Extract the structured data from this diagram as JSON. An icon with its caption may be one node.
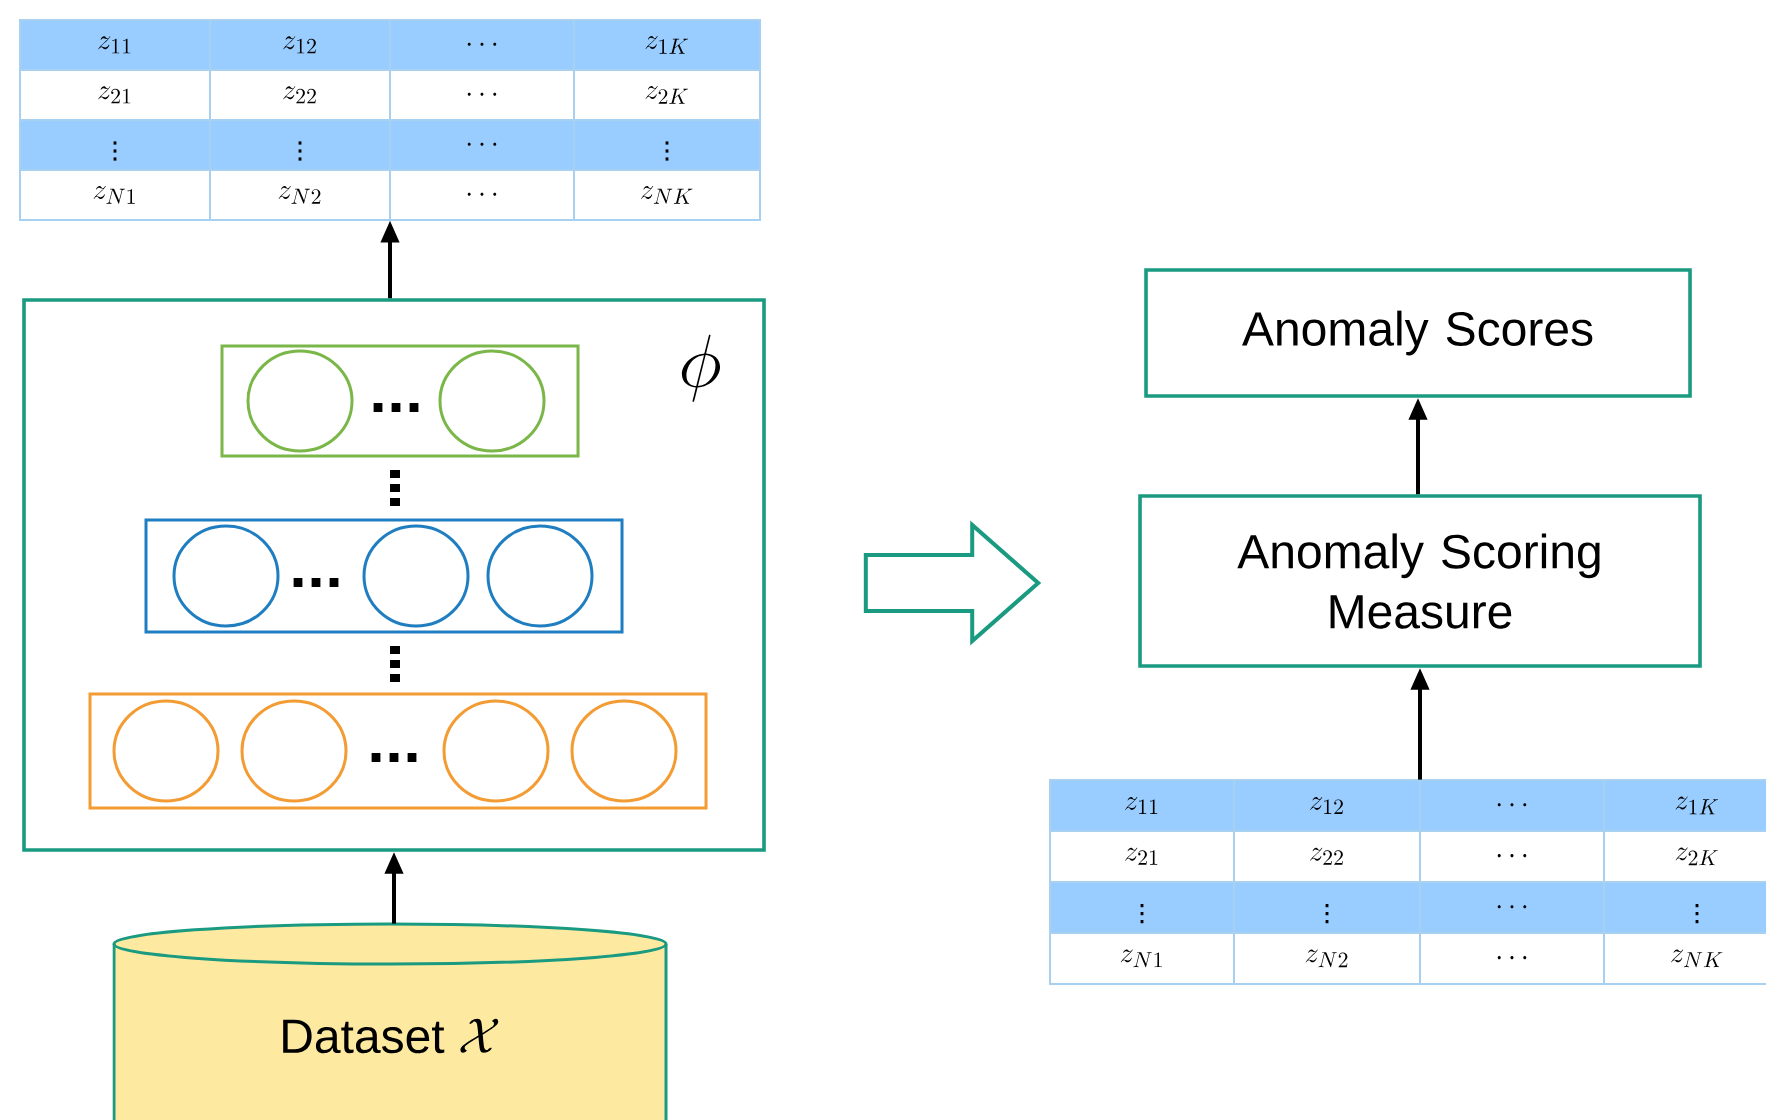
{
  "diagram": {
    "nodes": [
      {
        "text": [
          "z_{11}",
          "z_{12}",
          "\\cdots",
          "z_{1K}",
          "z_{21}",
          "z_{22}",
          "\\cdots",
          "z_{2K}",
          "\\vdots",
          "\\vdots",
          "\\cdots",
          "\\vdots",
          "z_{N1}",
          "z_{N2}",
          "\\cdots",
          "z_{NK}"
        ]
      },
      {
        "text": [
          "\\phi"
        ]
      },
      {
        "text": [],
        "shape": "box",
        "in": 1
      },
      {
        "text": [],
        "shape": "box",
        "in": 1
      },
      {
        "text": [],
        "shape": "box",
        "in": 1
      },
      {
        "text": [
          "Dataset",
          "\\mathcal{X}"
        ]
      },
      {
        "text": [
          "Anomaly Scores"
        ]
      },
      {
        "text": [
          "Anomaly Scoring Measure"
        ]
      },
      {
        "text": [
          "z_{11}",
          "z_{12}",
          "\\cdots",
          "z_{1K}",
          "z_{21}",
          "z_{22}",
          "\\cdots",
          "z_{2K}",
          "\\vdots",
          "\\vdots",
          "\\cdots",
          "\\vdots",
          "z_{N1}",
          "z_{N2}",
          "\\cdots",
          "z_{NK}"
        ]
      }
    ],
    "edges": [
      {
        "from": 5,
        "to": 1,
        "arrow": "to"
      },
      {
        "from": 1,
        "to": 0,
        "arrow": "to"
      },
      {
        "from": 1,
        "to": 7,
        "arrow": "to",
        "style": "thick",
        "color": "#1a9a80"
      },
      {
        "from": 8,
        "to": 7,
        "arrow": "to"
      },
      {
        "from": 7,
        "to": 6,
        "arrow": "to"
      }
    ]
  }
}
